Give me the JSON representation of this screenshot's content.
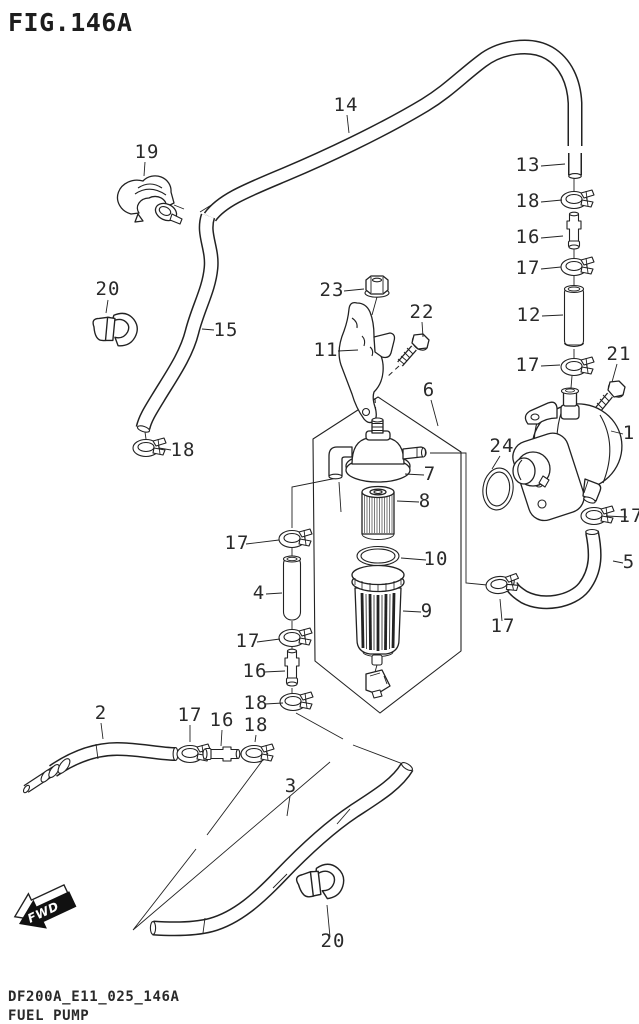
{
  "figure": {
    "title": "FIG.146A"
  },
  "footer": {
    "code": "DF200A_E11_025_146A",
    "name": "FUEL PUMP"
  },
  "direction_marker": {
    "label": "FWD"
  },
  "colors": {
    "line": "#222222",
    "background": "#ffffff"
  },
  "callouts": [
    {
      "part": "14"
    },
    {
      "part": "19"
    },
    {
      "part": "20"
    },
    {
      "part": "15"
    },
    {
      "part": "13"
    },
    {
      "part": "18"
    },
    {
      "part": "16"
    },
    {
      "part": "17"
    },
    {
      "part": "12"
    },
    {
      "part": "17"
    },
    {
      "part": "21"
    },
    {
      "part": "23"
    },
    {
      "part": "22"
    },
    {
      "part": "11"
    },
    {
      "part": "6"
    },
    {
      "part": "18"
    },
    {
      "part": "7"
    },
    {
      "part": "8"
    },
    {
      "part": "10"
    },
    {
      "part": "9"
    },
    {
      "part": "24"
    },
    {
      "part": "1"
    },
    {
      "part": "17"
    },
    {
      "part": "5"
    },
    {
      "part": "17"
    },
    {
      "part": "17"
    },
    {
      "part": "4"
    },
    {
      "part": "17"
    },
    {
      "part": "16"
    },
    {
      "part": "18"
    },
    {
      "part": "2"
    },
    {
      "part": "17"
    },
    {
      "part": "16"
    },
    {
      "part": "18"
    },
    {
      "part": "3"
    },
    {
      "part": "20"
    }
  ]
}
